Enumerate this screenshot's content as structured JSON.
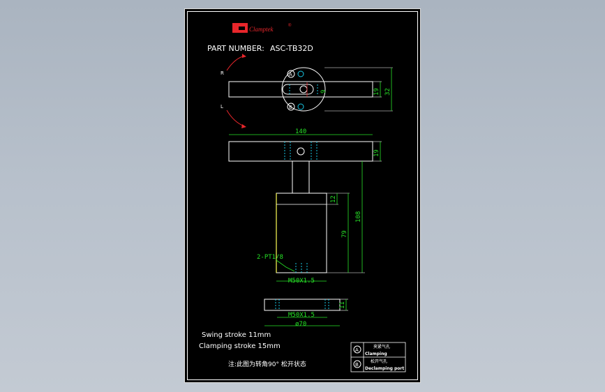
{
  "brand": {
    "name": "Clamptek",
    "registered": "®"
  },
  "part": {
    "label": "PART NUMBER:",
    "value": "ASC-TB32D"
  },
  "rotation": {
    "right": "R",
    "left": "L"
  },
  "ports_top": {
    "a": "A",
    "b": "B"
  },
  "dims": {
    "d19_top": "19",
    "d32": "32",
    "d9": "9",
    "d140": "140",
    "d19_side": "19",
    "d12": "12",
    "d79": "79",
    "d108": "108",
    "d11": "11",
    "thread1": "M50X1.5",
    "thread2": "M50X1.5",
    "dia70": "ø70",
    "port_callout": "2-PT1/8"
  },
  "notes": {
    "swing": "Swing stroke 11mm",
    "clamp": "Clamping stroke 15mm",
    "cn_note": "注:此图为转角90° 松开状态"
  },
  "legend": {
    "a_symbol": "A",
    "a_cn": "夹紧气孔",
    "a_en": "Clamping",
    "b_symbol": "B",
    "b_cn": "松开气孔",
    "b_en": "Declamping port"
  },
  "colors": {
    "background": "#000000",
    "line_white": "#ffffff",
    "dimension": "#27e327",
    "hidden": "#19c8e6",
    "arrow": "#e8262b",
    "logo": "#e8262b",
    "cylinder_edge": "#ffff55"
  }
}
